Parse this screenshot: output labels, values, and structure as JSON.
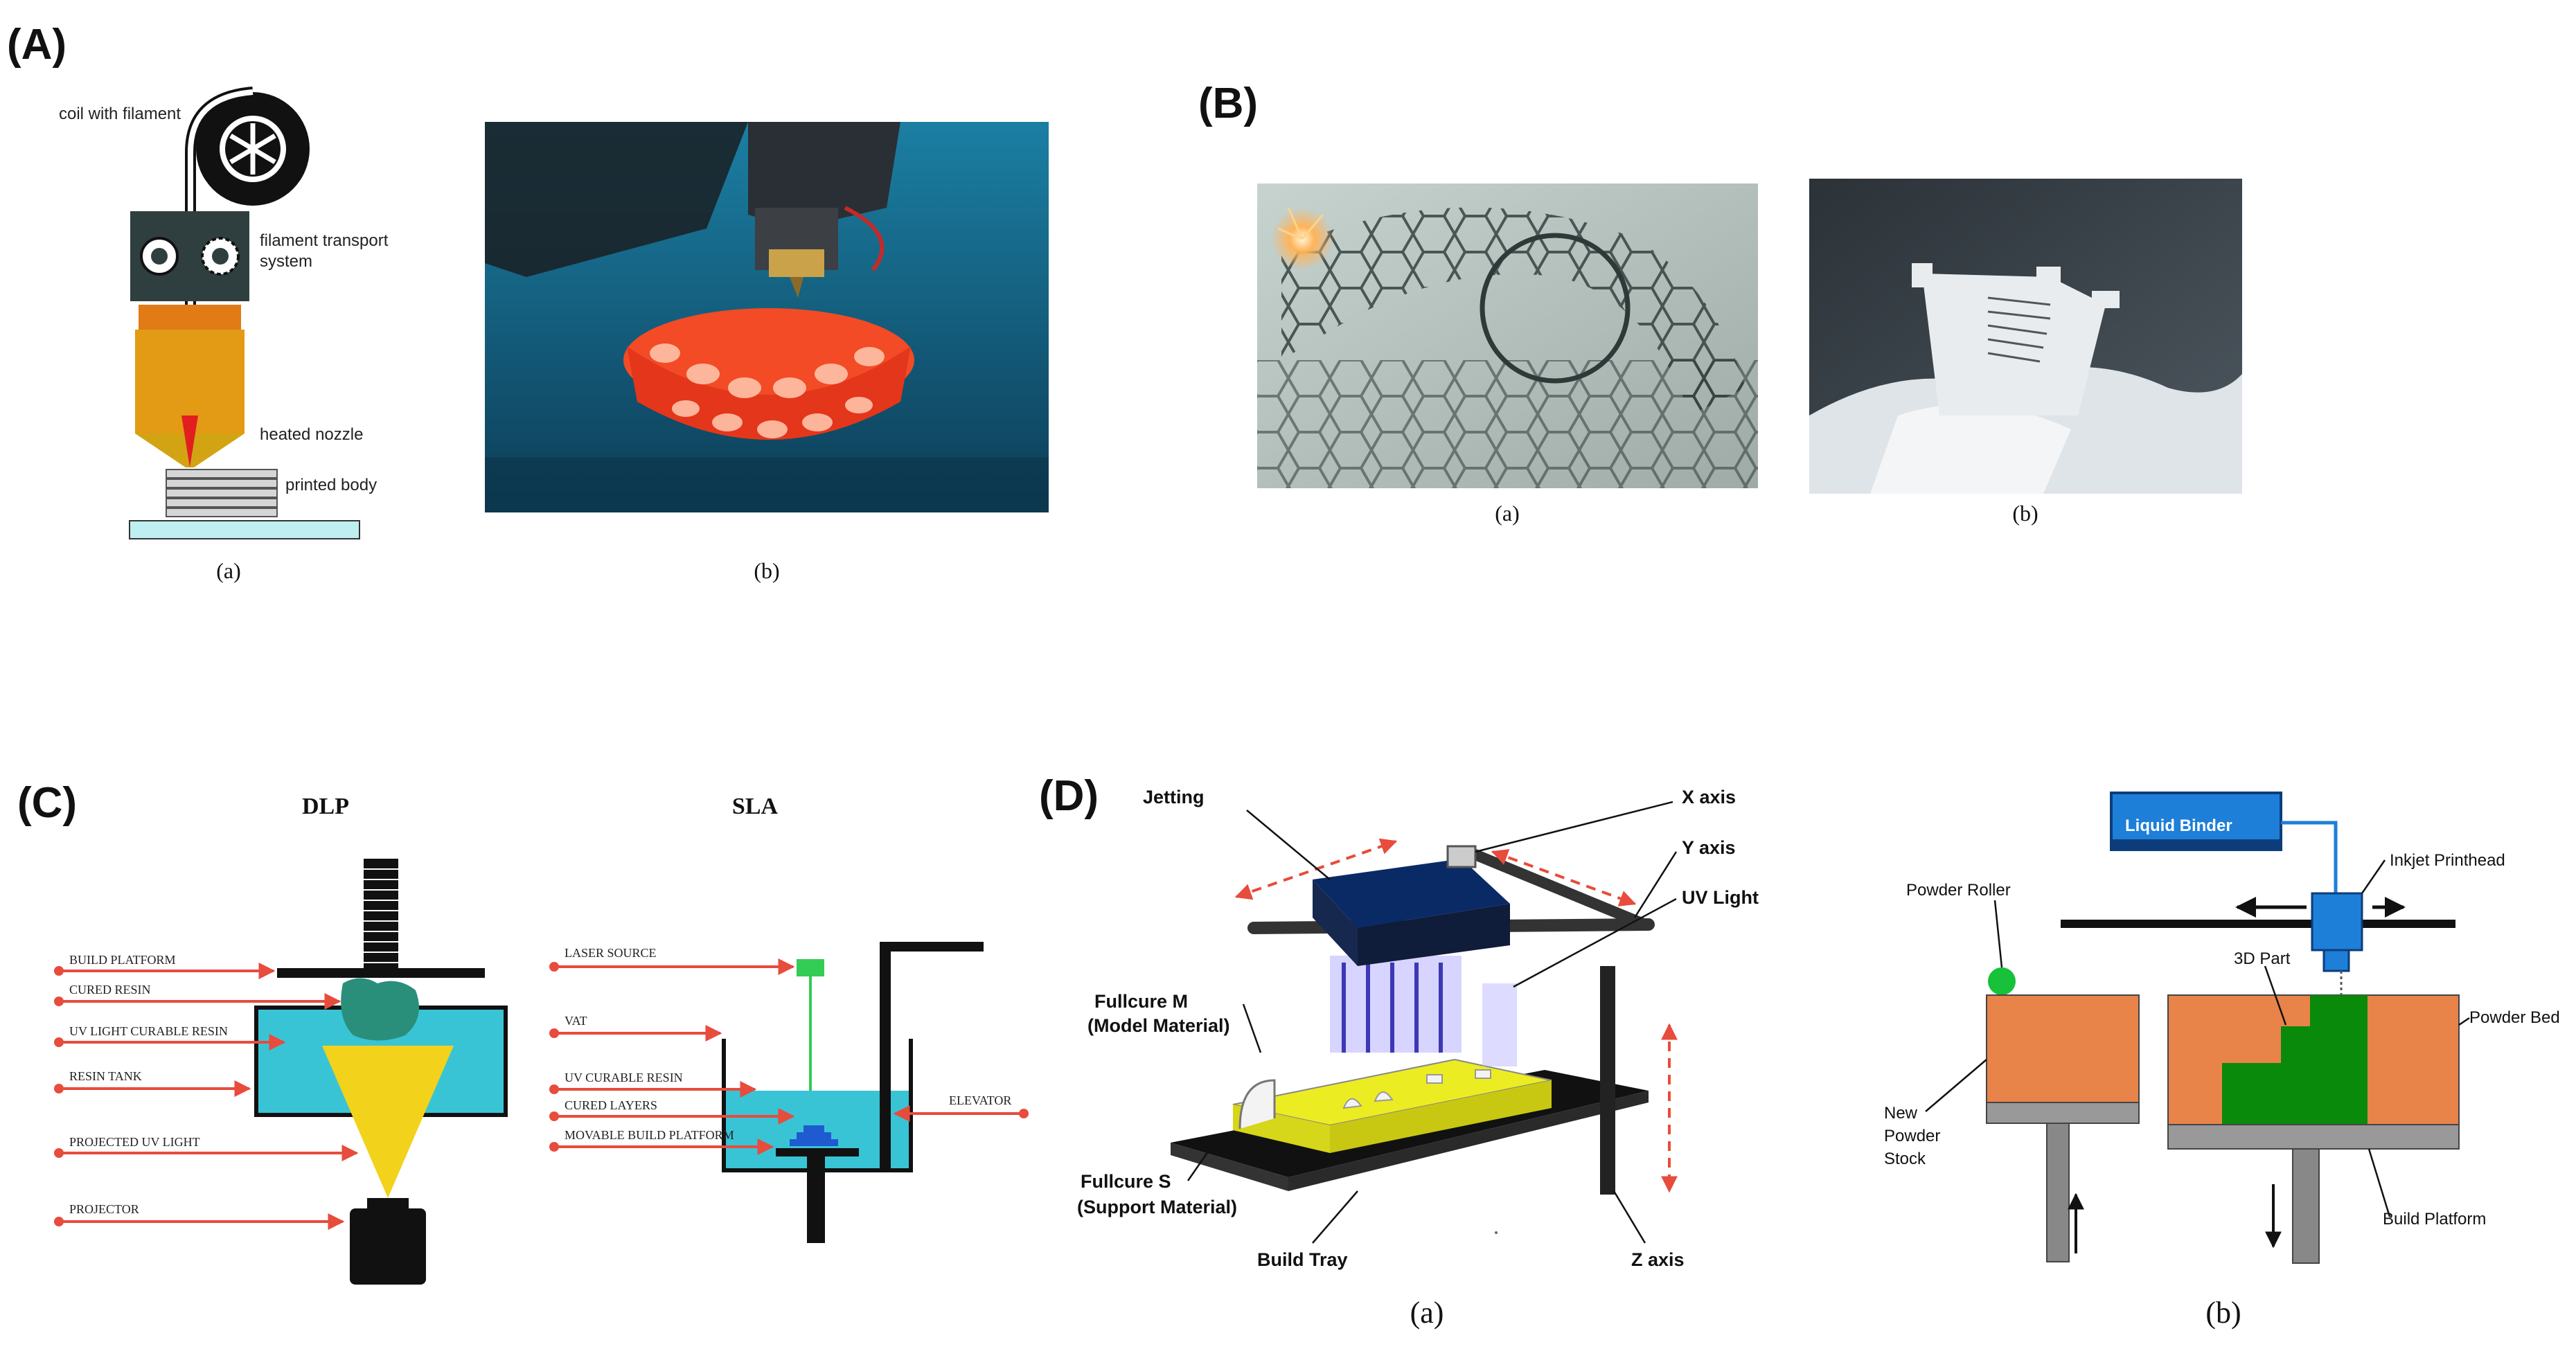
{
  "panels": {
    "A": {
      "letter": "(A)",
      "labels": {
        "coil": "coil with filament",
        "transport_1": "filament transport",
        "transport_2": "system",
        "nozzle": "heated nozzle",
        "body": "printed body"
      },
      "sub_a": "(a)",
      "sub_b": "(b)"
    },
    "B": {
      "letter": "(B)",
      "sub_a": "(a)",
      "sub_b": "(b)"
    },
    "C": {
      "letter": "(C)",
      "dlp_title": "DLP",
      "sla_title": "SLA",
      "dlp_labels": [
        "BUILD PLATFORM",
        "CURED RESIN",
        "UV LIGHT CURABLE RESIN",
        "RESIN TANK",
        "PROJECTED UV LIGHT",
        "PROJECTOR"
      ],
      "sla_labels": [
        "LASER SOURCE",
        "VAT",
        "UV CURABLE RESIN",
        "CURED LAYERS",
        "MOVABLE BUILD PLATFORM"
      ],
      "elevator": "ELEVATOR"
    },
    "D": {
      "letter": "(D)",
      "labels": {
        "jetting": "Jetting",
        "x_axis": "X axis",
        "y_axis": "Y axis",
        "uv_light": "UV Light",
        "model_1": "Fullcure M",
        "model_2": "(Model Material)",
        "support_1": "Fullcure S",
        "support_2": "(Support Material)",
        "build_tray": "Build Tray",
        "z_axis": "Z axis",
        "liquid_binder": "Liquid Binder",
        "inkjet": "Inkjet Printhead",
        "powder_roller": "Powder Roller",
        "part": "3D Part",
        "powder_bed": "Powder Bed",
        "new_1": "New",
        "new_2": "Powder",
        "new_3": "Stock",
        "build_platform": "Build Platform"
      },
      "sub_a": "(a)",
      "sub_b": "(b)"
    }
  },
  "colors": {
    "arrow_red": "#e74c3c",
    "resin_cyan": "#39c4d6",
    "uv_yellow": "#f2d21b",
    "yellow_model": "#ecec22",
    "orange_powder": "#e8834a",
    "green_part": "#0a8a0a",
    "blue_binder": "#1e7fd8"
  }
}
